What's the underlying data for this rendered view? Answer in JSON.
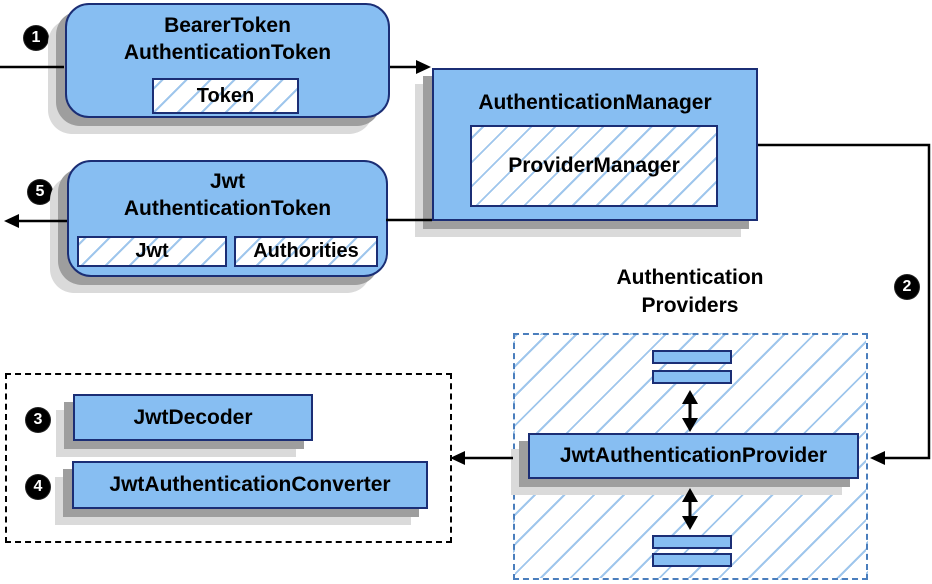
{
  "nodes": {
    "bearer_token": {
      "title_line1": "BearerToken",
      "title_line2": "AuthenticationToken",
      "field": "Token"
    },
    "authentication_manager": {
      "title": "AuthenticationManager",
      "inner_field": "ProviderManager"
    },
    "jwt_authentication_token": {
      "title_line1": "Jwt",
      "title_line2": "AuthenticationToken",
      "field_jwt": "Jwt",
      "field_authorities": "Authorities"
    },
    "providers_group": {
      "label_line1": "Authentication",
      "label_line2": "Providers",
      "provider": "JwtAuthenticationProvider"
    },
    "decoder_group": {
      "decoder": "JwtDecoder",
      "converter": "JwtAuthenticationConverter"
    }
  },
  "steps": {
    "s1": "1",
    "s2": "2",
    "s3": "3",
    "s4": "4",
    "s5": "5"
  },
  "colors": {
    "node_fill": "#87bef2",
    "node_border": "#1b2e75",
    "hatch_line": "#9fc6ec",
    "shadow_dark": "#9e9e9e",
    "shadow_light": "#dadada",
    "dashed_blue_border": "#4a7ebd",
    "connector": "#000000",
    "badge_bg": "#000000",
    "badge_text": "#ffffff"
  }
}
